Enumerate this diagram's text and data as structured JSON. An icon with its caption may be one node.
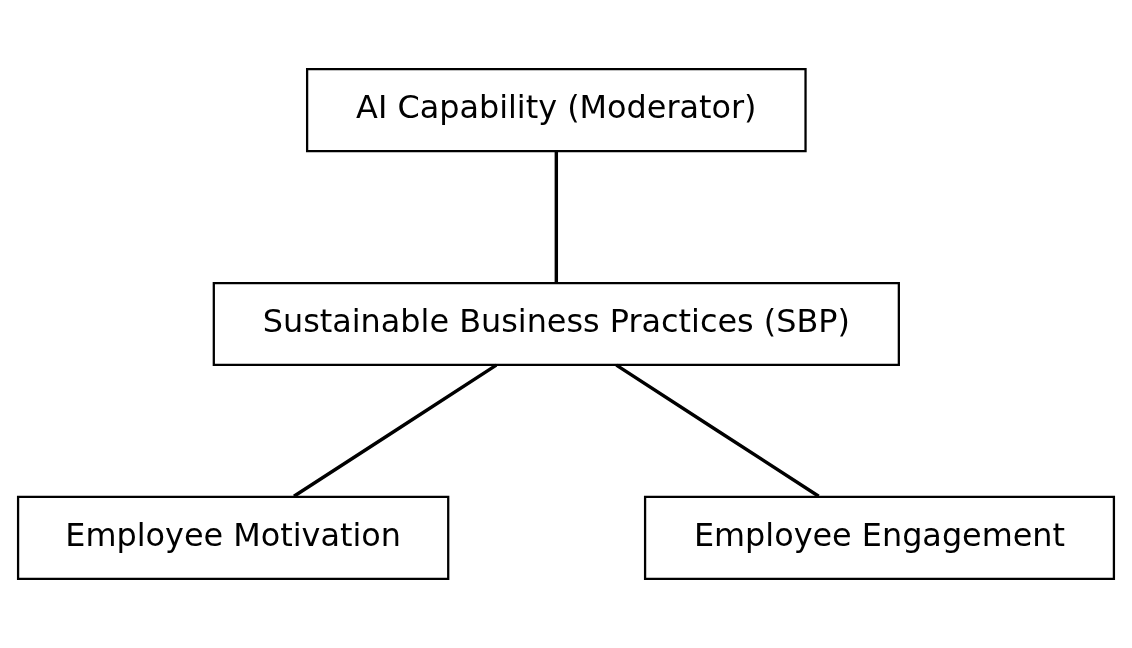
{
  "diagram": {
    "nodes": [
      {
        "text": [
          "AI Capability (Moderator)"
        ]
      },
      {
        "text": [
          "Sustainable Business Practices (SBP)"
        ]
      },
      {
        "text": [
          "Employee Motivation"
        ]
      },
      {
        "text": [
          "Employee Engagement"
        ]
      }
    ],
    "edges": [
      {
        "from": 0,
        "to": 1,
        "arrow": "none"
      },
      {
        "from": 1,
        "to": 2,
        "arrow": "none"
      },
      {
        "from": 1,
        "to": 3,
        "arrow": "none"
      }
    ]
  }
}
